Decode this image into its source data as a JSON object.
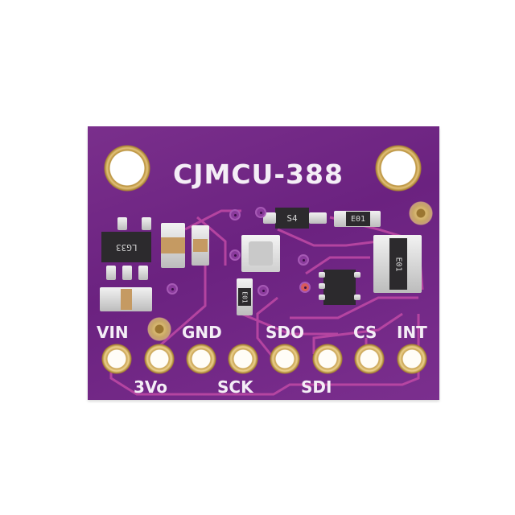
{
  "board": {
    "name": "CJMCU-388",
    "color": "#6b2280",
    "silkscreen_color": "#f4eef6",
    "pin_labels_top": [
      "VIN",
      "GND",
      "SDO",
      "CS",
      "INT"
    ],
    "pin_labels_bottom": [
      "3Vo",
      "SCK",
      "SDI"
    ],
    "components": {
      "regulator_marking": "LG33",
      "diode_marking": "S4",
      "resistor_marking_1": "E01",
      "resistor_marking_2": "E01",
      "resistor_marking_3": "E01"
    }
  }
}
